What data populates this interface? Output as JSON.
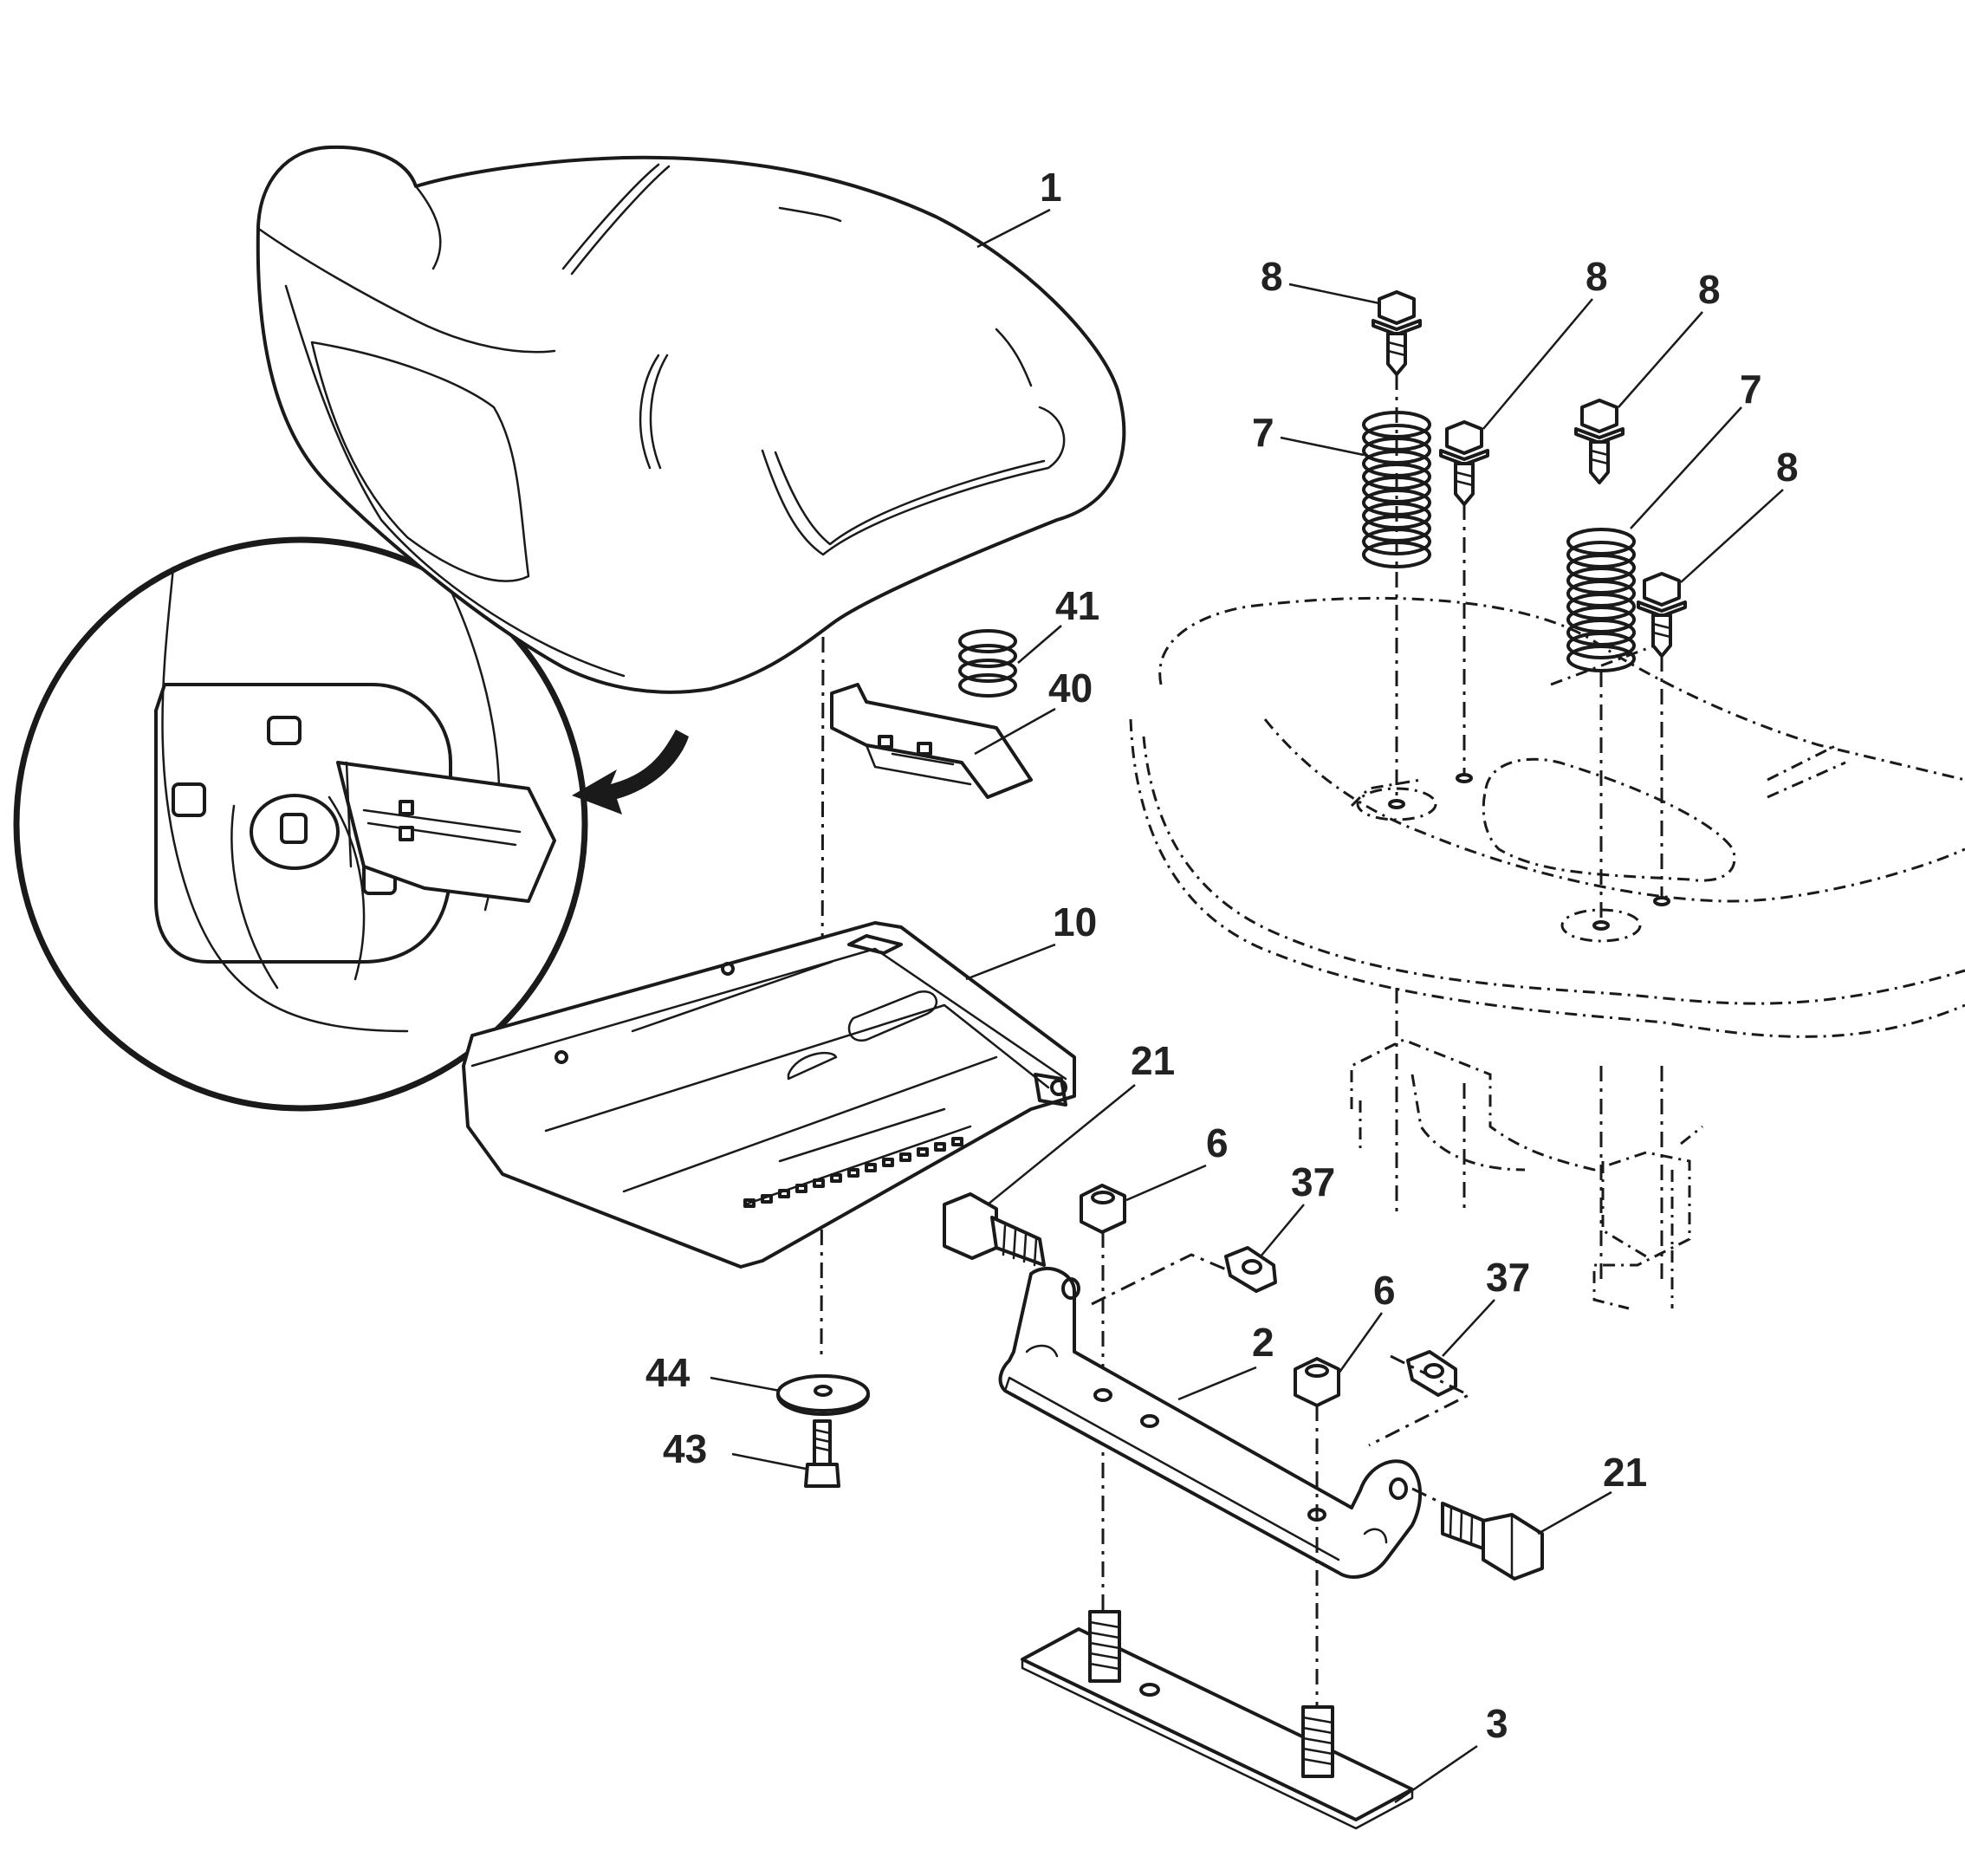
{
  "callouts": {
    "seat": "1",
    "bolt_a": "8",
    "bolt_b": "8",
    "bolt_c": "8",
    "bolt_d": "8",
    "spring_a": "7",
    "spring_b": "7",
    "spring_41": "41",
    "clip_40": "40",
    "seat_pan": "10",
    "bolt_21_top": "21",
    "nut_6_top": "6",
    "nut_37_top": "37",
    "nut_6_bottom": "6",
    "nut_37_bottom": "37",
    "bracket": "2",
    "washer": "44",
    "screw": "43",
    "bolt_21_bottom": "21",
    "plate": "3"
  }
}
